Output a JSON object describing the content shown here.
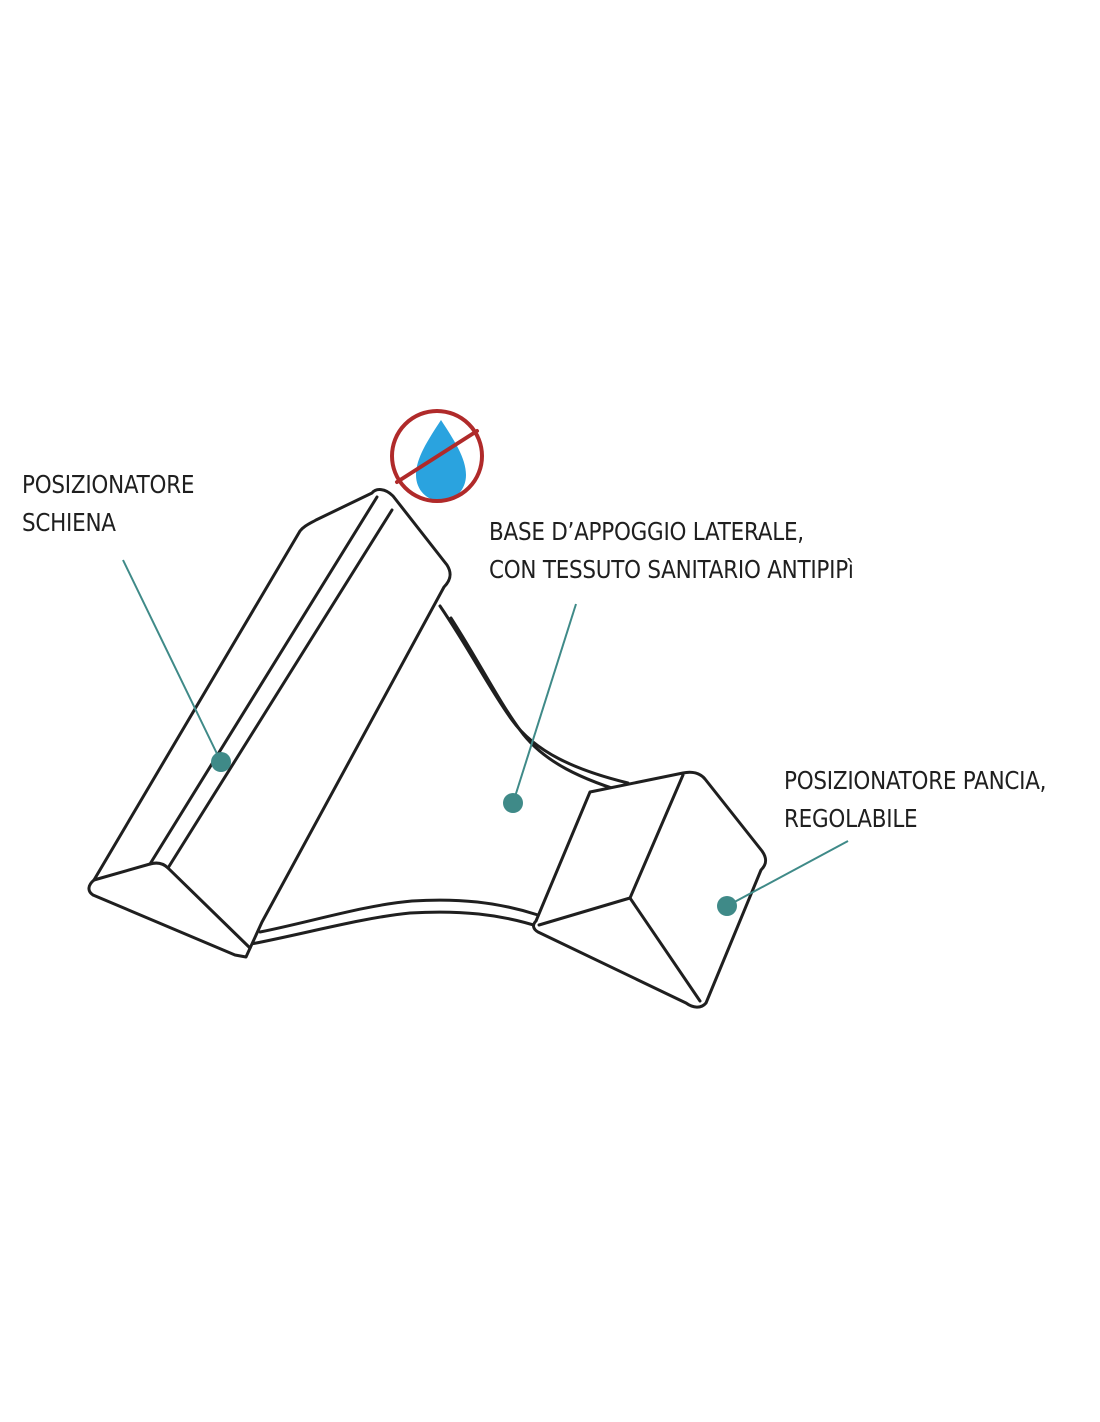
{
  "labels": {
    "back_positioner": {
      "line1": "POSIZIONATORE",
      "line2": "SCHIENA"
    },
    "side_base": {
      "line1": "BASE D’APPOGGIO LATERALE,",
      "line2": "CON TESSUTO SANITARIO ANTIPIPì"
    },
    "belly_positioner": {
      "line1": "POSIZIONATORE PANCIA,",
      "line2": "REGOLABILE"
    }
  },
  "icons": {
    "waterproof": "no-water-drop-icon"
  },
  "colors": {
    "outline": "#1f1f1f",
    "leader": "#3f8a88",
    "marker": "#3f8a88",
    "prohibition": "#b02a2a",
    "drop": "#2aa3df"
  }
}
